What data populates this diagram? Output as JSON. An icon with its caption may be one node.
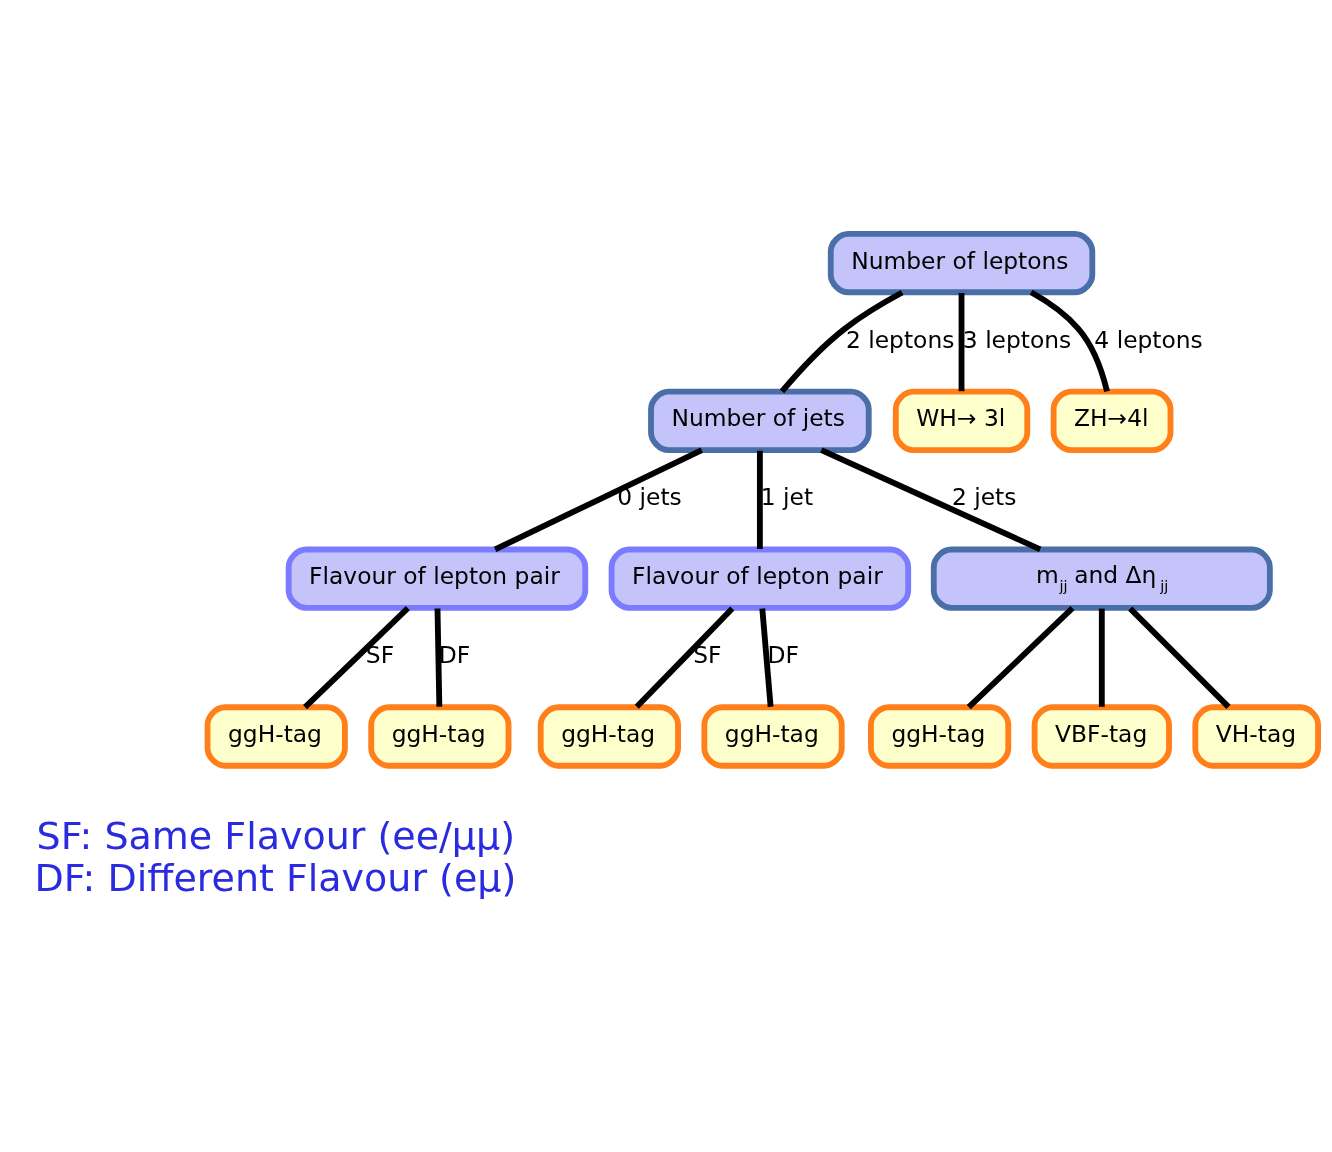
{
  "diagram": {
    "nodes": [
      {
        "text": [
          "Number of leptons"
        ]
      },
      {
        "text": [
          "Number of jets"
        ]
      },
      {
        "text": [
          "WH→ 3l"
        ]
      },
      {
        "text": [
          "ZH→4l"
        ]
      },
      {
        "text": [
          "Flavour of lepton pair"
        ]
      },
      {
        "text": [
          "Flavour of lepton pair"
        ]
      },
      {
        "text": [
          "m$_{jj}$ and Δη$_{jj}$"
        ]
      },
      {
        "text": [
          "ggH-tag"
        ]
      },
      {
        "text": [
          "ggH-tag"
        ]
      },
      {
        "text": [
          "ggH-tag"
        ]
      },
      {
        "text": [
          "ggH-tag"
        ]
      },
      {
        "text": [
          "ggH-tag"
        ]
      },
      {
        "text": [
          "VBF-tag"
        ]
      },
      {
        "text": [
          "VH-tag"
        ]
      }
    ],
    "edges": [
      {
        "from": 0,
        "to": 1,
        "arrow": "none",
        "label": "2 leptons"
      },
      {
        "from": 0,
        "to": 2,
        "arrow": "none",
        "label": "3 leptons"
      },
      {
        "from": 0,
        "to": 3,
        "arrow": "none",
        "label": "4 leptons"
      },
      {
        "from": 1,
        "to": 4,
        "arrow": "none",
        "label": "0 jets"
      },
      {
        "from": 1,
        "to": 5,
        "arrow": "none",
        "label": "1 jet"
      },
      {
        "from": 1,
        "to": 6,
        "arrow": "none",
        "label": "2 jets"
      },
      {
        "from": 4,
        "to": 7,
        "arrow": "none",
        "label": "SF"
      },
      {
        "from": 4,
        "to": 8,
        "arrow": "none",
        "label": "DF"
      },
      {
        "from": 5,
        "to": 9,
        "arrow": "none",
        "label": "SF"
      },
      {
        "from": 5,
        "to": 10,
        "arrow": "none",
        "label": "DF"
      },
      {
        "from": 6,
        "to": 11,
        "arrow": "none"
      },
      {
        "from": 6,
        "to": 12,
        "arrow": "none"
      },
      {
        "from": 6,
        "to": 13,
        "arrow": "none"
      }
    ],
    "labels": [
      "SF: Same Flavour (ee/μμ)",
      "DF: Different Flavour (eμ)"
    ]
  }
}
